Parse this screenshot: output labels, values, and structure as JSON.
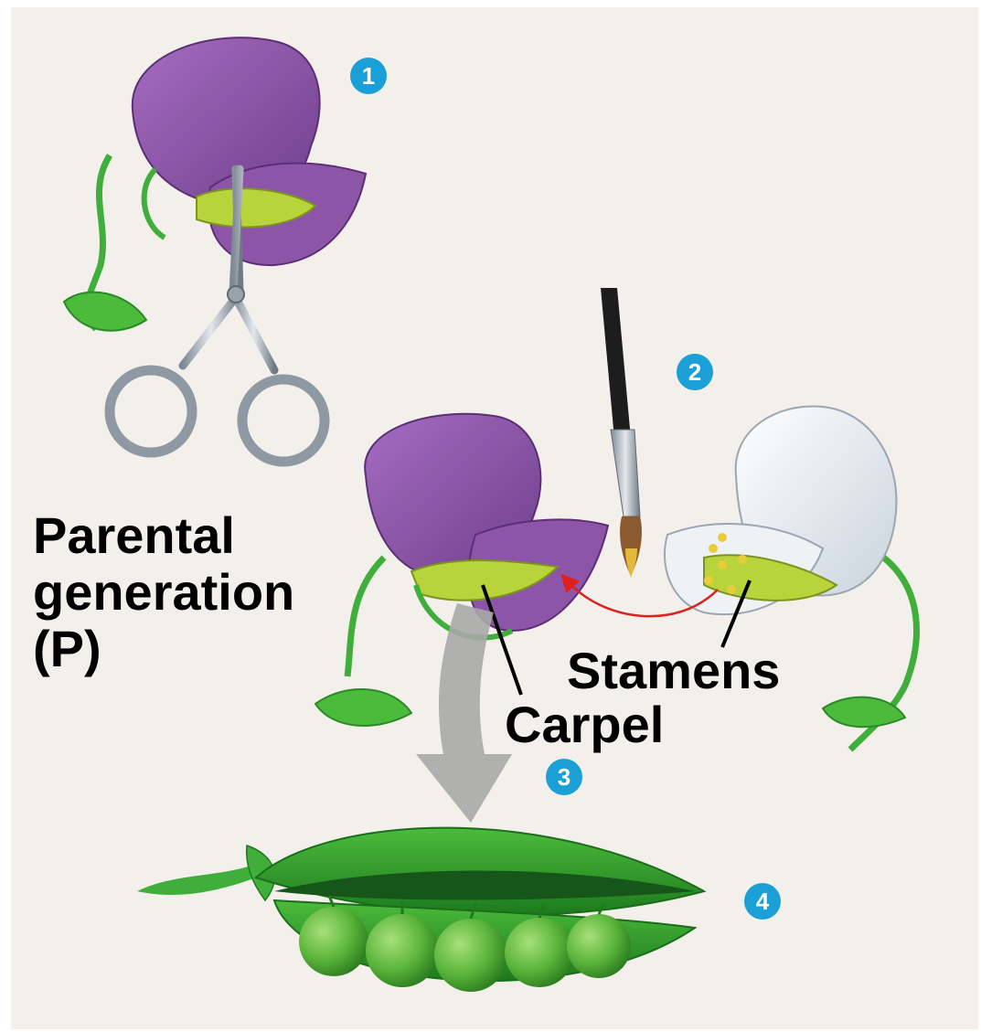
{
  "labels": {
    "parental_line1": "Parental",
    "parental_line2": "generation",
    "parental_line3": "(P)",
    "stamens": "Stamens",
    "carpel": "Carpel"
  },
  "steps": [
    "1",
    "2",
    "3",
    "4"
  ],
  "colors": {
    "background": "#f3f0eb",
    "badge": "#1a9fd6",
    "purple_petal": "#8d55a8",
    "white_petal": "#eef2f5",
    "stem_green": "#3fae3a",
    "pod_green": "#2f9a2c",
    "arrow_red": "#e0201c",
    "arrow_gray": "#a9a9a9"
  },
  "icons": [
    "scissors-icon",
    "paintbrush-icon",
    "purple-flower-icon",
    "white-flower-icon",
    "pea-pod-icon"
  ]
}
